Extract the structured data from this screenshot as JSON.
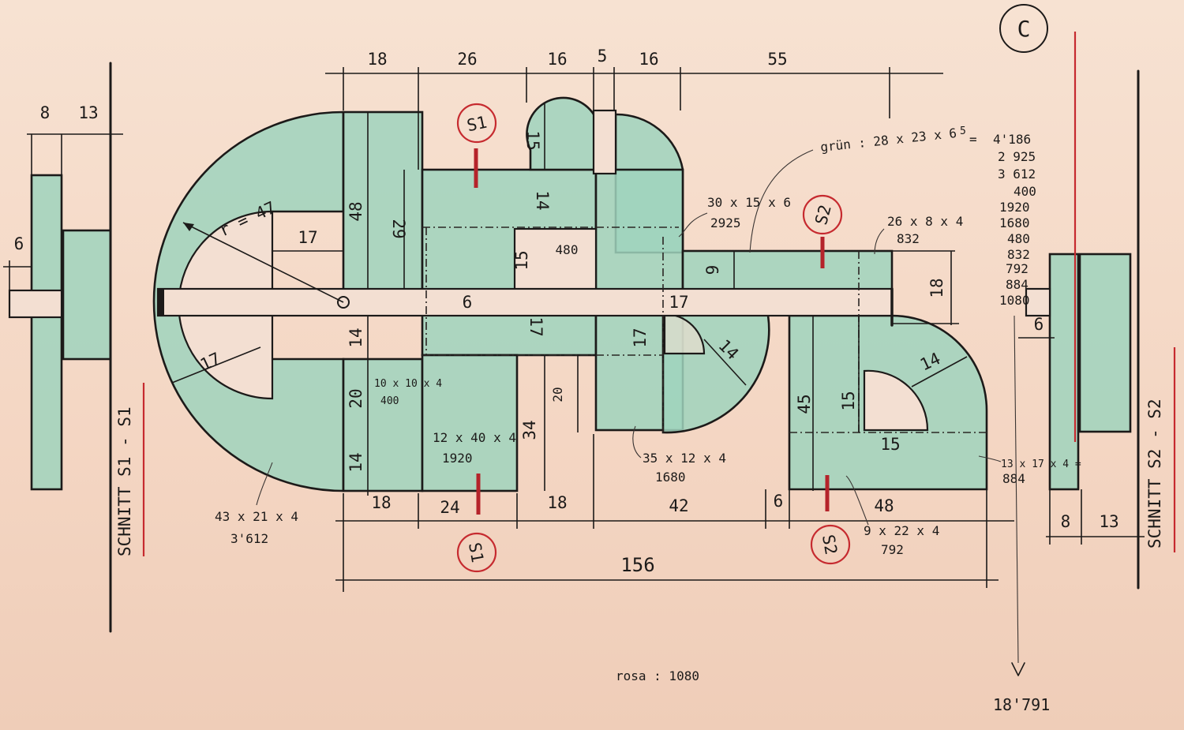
{
  "sheet": {
    "corner_label": "C",
    "rosa_note": "rosa : 1080",
    "grand_total": "18'791"
  },
  "top_dims": [
    "18",
    "26",
    "16",
    "5",
    "16",
    "55"
  ],
  "bottom_dims": [
    "18",
    "24",
    "18",
    "42",
    "6",
    "48"
  ],
  "overall_dim": "156",
  "section_s1": {
    "title": "SCHNITT  S1 - S1",
    "dims": [
      "8",
      "13",
      "6"
    ]
  },
  "section_s2": {
    "title": "SCHNITT  S2 - S2",
    "dims": [
      "8",
      "13",
      "6"
    ]
  },
  "cut_markers": {
    "s1_top": "S1",
    "s1_bottom": "S1",
    "s2_top": "S2",
    "s2_bottom": "S2"
  },
  "inner_dims": {
    "radius": "r = 47",
    "d17_top": "17",
    "d17_bot": "17",
    "d48": "48",
    "d29": "29",
    "d14_left": "14",
    "d20": "20",
    "d14_left2": "14",
    "d15_top": "15",
    "d14_mid": "14",
    "d15_win": "15",
    "d480": "480",
    "d6": "6",
    "d17_center": "17",
    "d34": "34",
    "d20_center": "20",
    "d17_arc": "17",
    "d17_arc2": "17",
    "d14_arc": "14",
    "d9": "9",
    "d18_right": "18",
    "d45": "45",
    "d15_right": "15",
    "d14_r": "14",
    "d15_bottom": "15"
  },
  "part_labels": {
    "p30": "30 x 15 x 6",
    "p30_val": "2925",
    "p26": "26 x 8 x 4",
    "p26_val": "832",
    "p10": "10 x 10 x 4",
    "p10_val": "400",
    "p12": "12 x 40 x 4",
    "p12_val": "1920",
    "p35": "35 x 12 x 4",
    "p35_val": "1680",
    "p43": "43 x 21 x 4",
    "p43_val": "3'612",
    "p9": "9 x 22 x 4",
    "p9_val": "792",
    "p13": "13 x 17 x 4 =",
    "p13_val": "884"
  },
  "gruen_formula": "grün : 28 x 23 x 6",
  "gruen_values": [
    "4'186",
    "2 925",
    "3 612",
    "400",
    "1920",
    "1680",
    "480",
    "832",
    "792",
    "884",
    "1080"
  ]
}
